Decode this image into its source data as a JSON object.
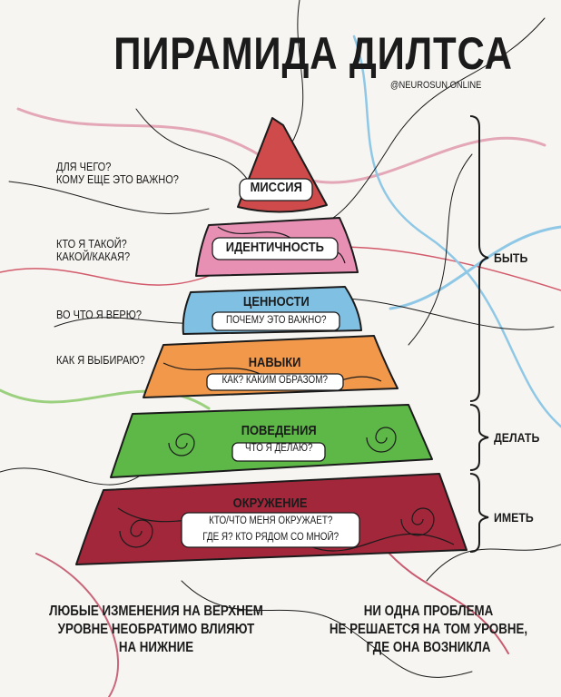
{
  "title": "ПИРАМИДА ДИЛТСА",
  "handle": "@NEUROSUN.ONLINE",
  "levels": [
    {
      "name": "МИССИЯ",
      "subtitle": "",
      "question": [
        "ДЛЯ ЧЕГО?",
        "КОМУ ЕЩЕ ЭТО ВАЖНО?"
      ],
      "color": "#cf4a4a"
    },
    {
      "name": "ИДЕНТИЧНОСТЬ",
      "subtitle": "",
      "question": [
        "КТО Я ТАКОЙ?",
        "КАКОЙ/КАКАЯ?"
      ],
      "color": "#e88fb4"
    },
    {
      "name": "ЦЕННОСТИ",
      "subtitle": "ПОЧЕМУ ЭТО ВАЖНО?",
      "question": [
        "ВО ЧТО Я ВЕРЮ?"
      ],
      "color": "#7fc0e3"
    },
    {
      "name": "НАВЫКИ",
      "subtitle": "КАК? КАКИМ ОБРАЗОМ?",
      "question": [
        "КАК Я ВЫБИРАЮ?"
      ],
      "color": "#f2984a"
    },
    {
      "name": "ПОВЕДЕНИЯ",
      "subtitle": "ЧТО Я ДЕЛАЮ?",
      "question": [],
      "color": "#5db847"
    },
    {
      "name": "ОКРУЖЕНИЕ",
      "subtitle_lines": [
        "КТО/ЧТО МЕНЯ ОКРУЖАЕТ?",
        "ГДЕ Я? КТО РЯДОМ СО МНОЙ?"
      ],
      "question": [],
      "color": "#a3273b"
    }
  ],
  "braces": {
    "be": "БЫТЬ",
    "do": "ДЕЛАТЬ",
    "have": "ИМЕТЬ"
  },
  "footer": {
    "left": [
      "ЛЮБЫЕ ИЗМЕНЕНИЯ НА ВЕРХНЕМ",
      "УРОВНЕ НЕОБРАТИМО ВЛИЯЮТ",
      "НА НИЖНИЕ"
    ],
    "right": [
      "НИ ОДНА ПРОБЛЕМА",
      "НЕ РЕШАЕТСЯ НА ТОМ УРОВНЕ,",
      "ГДЕ ОНА ВОЗНИКЛА"
    ]
  }
}
